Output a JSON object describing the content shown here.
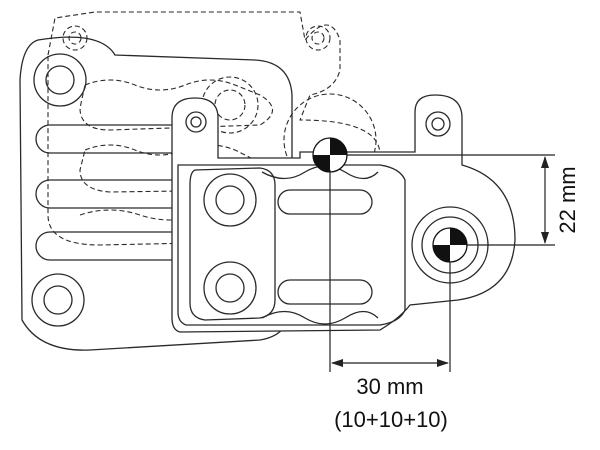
{
  "dimensions": {
    "vertical_offset": "22 mm",
    "horizontal_offset": "30 mm",
    "horizontal_breakdown": "(10+10+10)"
  }
}
